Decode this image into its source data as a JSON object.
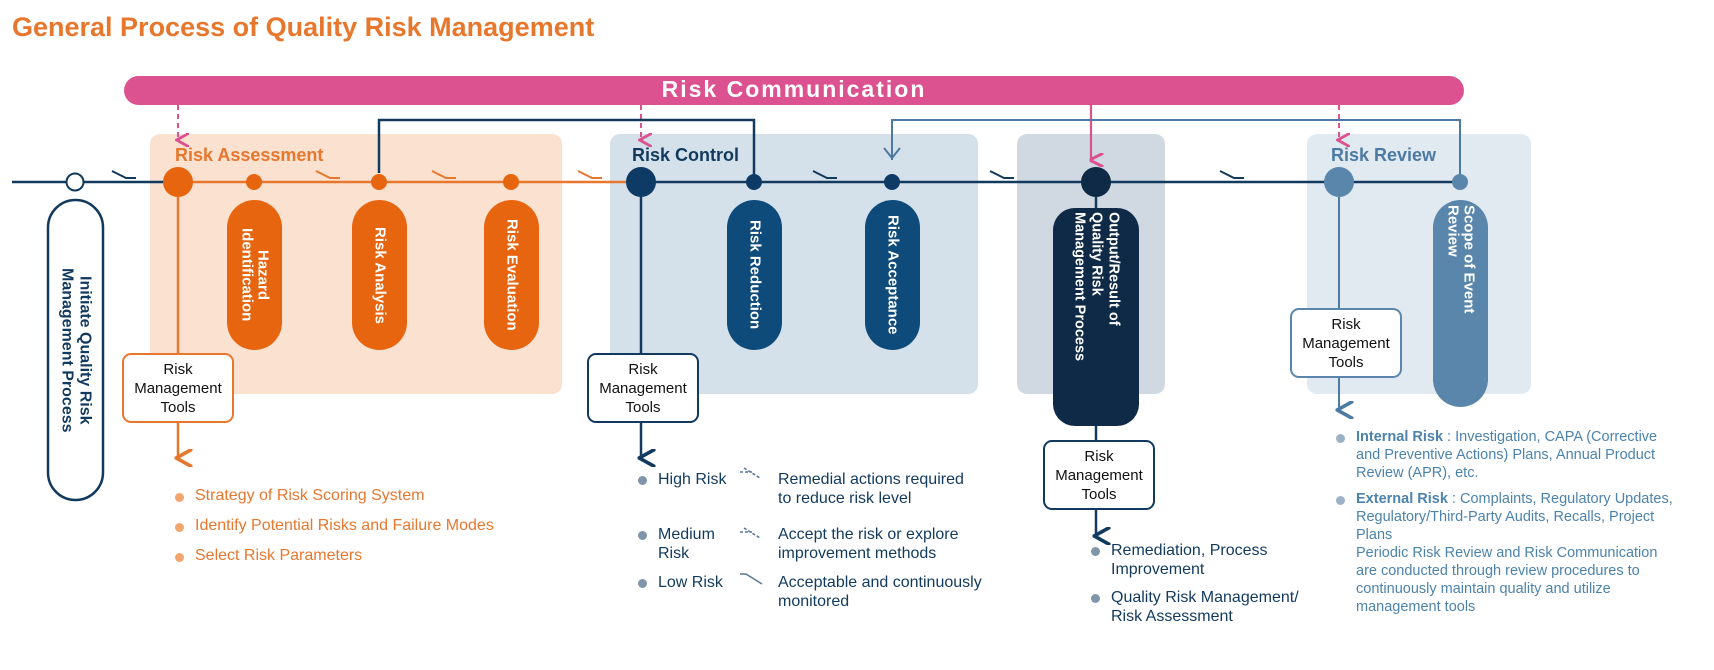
{
  "title": "General Process of Quality Risk Management",
  "risk_communication": "Risk Communication",
  "start": {
    "label": "Initiate Quality Risk\nManagement Process"
  },
  "risk_assessment": {
    "label": "Risk Assessment",
    "steps": [
      "Hazard\nIdentification",
      "Risk Analysis",
      "Risk Evaluation"
    ],
    "tools": "Risk\nManagement\nTools",
    "outputs": [
      "Strategy of Risk Scoring System",
      "Identify Potential Risks and Failure Modes",
      "Select Risk Parameters"
    ]
  },
  "risk_control": {
    "label": "Risk Control",
    "steps": [
      "Risk Reduction",
      "Risk Acceptance"
    ],
    "tools": "Risk\nManagement\nTools",
    "levels": [
      {
        "name": "High Risk",
        "desc": "Remedial actions required\nto reduce risk level"
      },
      {
        "name": "Medium\nRisk",
        "desc": "Accept the risk or explore\nimprovement methods"
      },
      {
        "name": "Low Risk",
        "desc": "Acceptable and continuously\nmonitored"
      }
    ]
  },
  "output": {
    "label": "Output/Result of\nQuality Risk\nManagement Process",
    "tools": "Risk\nManagement\nTools",
    "items": [
      "Remediation, Process\nImprovement",
      "Quality Risk Management/\nRisk Assessment"
    ]
  },
  "risk_review": {
    "label": "Risk Review",
    "steps": [
      "Scope of Event\nReview"
    ],
    "tools": "Risk\nManagement\nTools",
    "internal_title": "Internal Risk",
    "internal_text": " : Investigation, CAPA (Corrective and Preventive Actions) Plans, Annual Product Review (APR), etc.",
    "external_title": "External Risk",
    "external_text": " : Complaints, Regulatory Updates, Regulatory/Third-Party Audits, Recalls, Project Plans",
    "periodic_text": "Periodic Risk Review and Risk Communication are conducted through review procedures to continuously maintain quality and utilize management tools"
  },
  "colors": {
    "orange": "#e8772e",
    "orange_dark": "#e8650f",
    "orange_light": "#fbe1d0",
    "navy": "#123a5e",
    "blue": "#1d5483",
    "steel": "#5a86ab",
    "blue_light": "#d4e0ea",
    "gray_light": "#d0d8e2",
    "pink": "#dc5291"
  }
}
